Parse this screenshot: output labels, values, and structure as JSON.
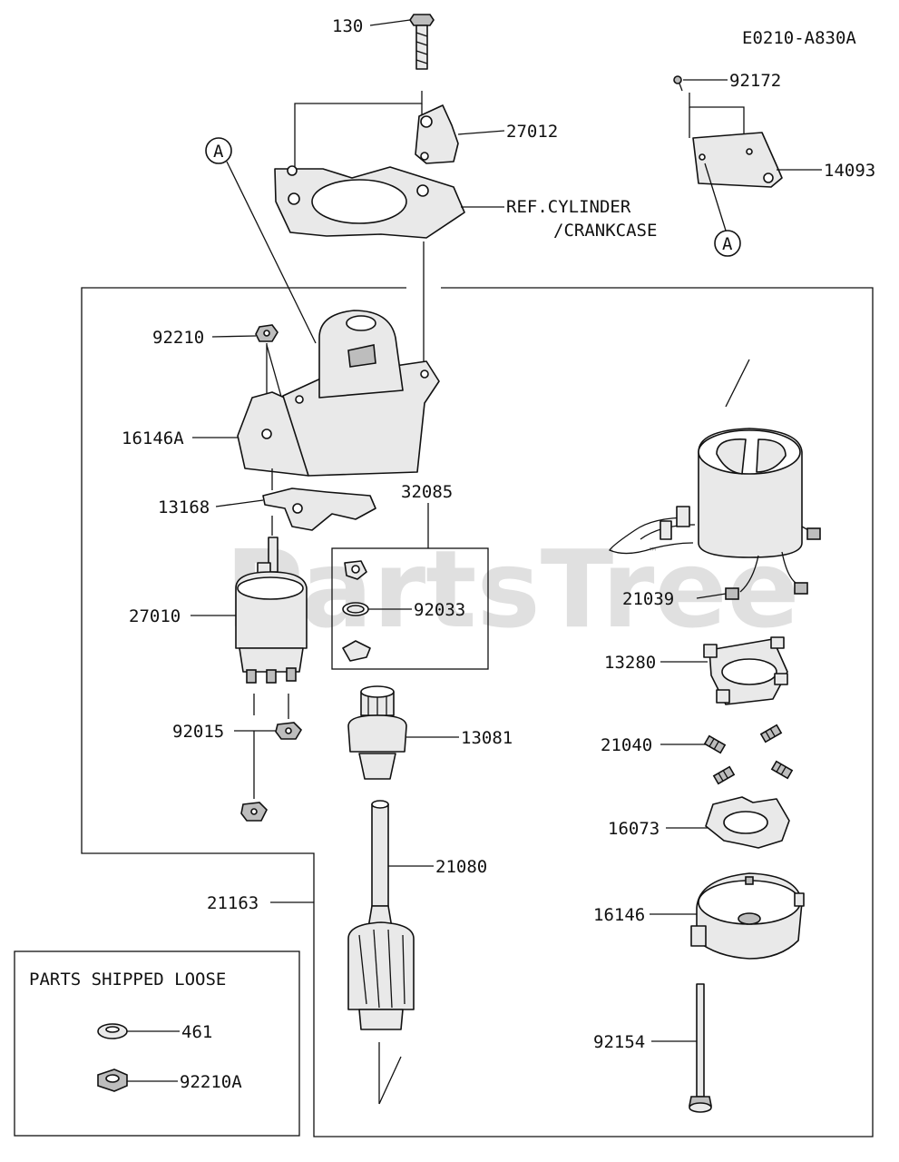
{
  "diagram_id": "E0210-A830A",
  "watermark": "PartsTree",
  "watermark_tm": "™",
  "callout_letter": "A",
  "ref_label_line1": "REF.CYLINDER",
  "ref_label_line2": "/CRANKCASE",
  "loose_parts_title": "PARTS SHIPPED LOOSE",
  "parts": {
    "p130": "130",
    "p27012": "27012",
    "p92172": "92172",
    "p14093": "14093",
    "p92210": "92210",
    "p16146A": "16146A",
    "p13168": "13168",
    "p32085": "32085",
    "p27010": "27010",
    "p92033": "92033",
    "p21039": "21039",
    "p13280": "13280",
    "p92015": "92015",
    "p13081": "13081",
    "p21040": "21040",
    "p16073": "16073",
    "p21080": "21080",
    "p21163": "21163",
    "p16146": "16146",
    "p461": "461",
    "p92210A": "92210A",
    "p92154": "92154"
  }
}
